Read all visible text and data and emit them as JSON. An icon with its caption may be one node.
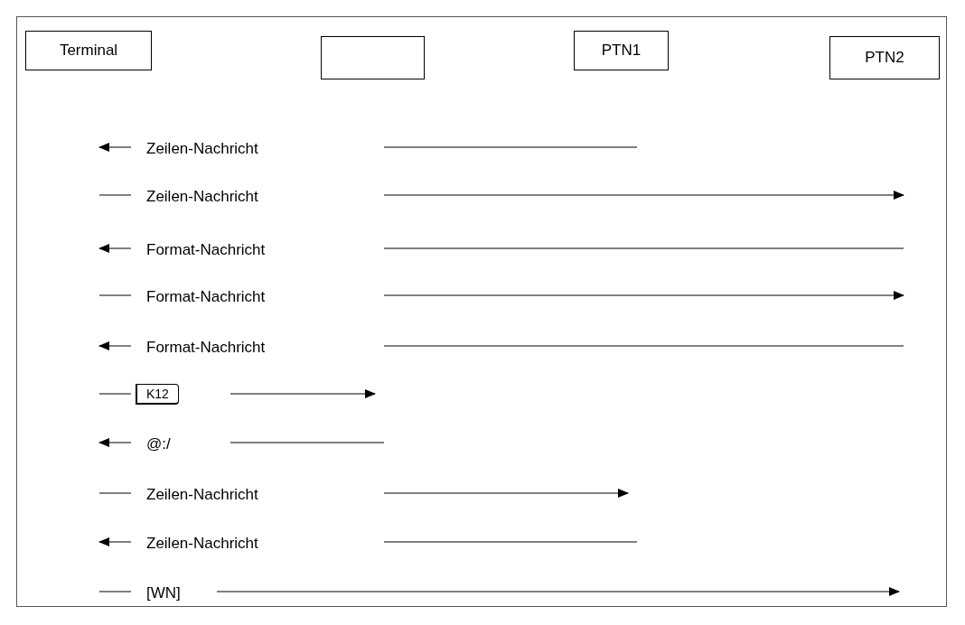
{
  "diagram": {
    "nodes": [
      {
        "text": [
          "Terminal"
        ]
      },
      {
        "text": [],
        "shape": "box"
      },
      {
        "text": [
          "PTN1"
        ]
      },
      {
        "text": [
          "PTN2"
        ]
      }
    ],
    "labels": [
      "Zeilen-Nachricht",
      "Zeilen-Nachricht",
      "Format-Nachricht",
      "Format-Nachricht",
      "Format-Nachricht",
      "K12",
      "@:/",
      "Zeilen-Nachricht",
      "Zeilen-Nachricht",
      "[WN]"
    ]
  }
}
